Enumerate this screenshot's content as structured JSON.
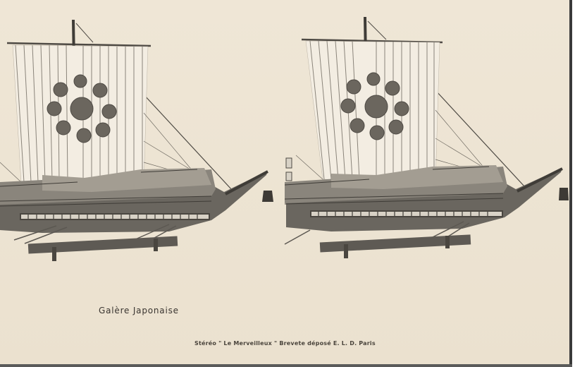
{
  "postcard": {
    "type": "stereo-card",
    "title": "Galère Japonaise",
    "publisher_line": "Stéréo \" Le Merveilleux \" Brevete déposé E. L. D. Paris",
    "subject": "Model of a Japanese galley with square sail decorated with circular emblems, mounted on a stand",
    "colors": {
      "paper": "#ede4d3",
      "ink": "#3a3530",
      "ship": "#55524c",
      "border": "#3a3a3a"
    }
  },
  "photos": [
    {
      "position": "left",
      "label": "left-stereo-view"
    },
    {
      "position": "right",
      "label": "right-stereo-view"
    }
  ]
}
